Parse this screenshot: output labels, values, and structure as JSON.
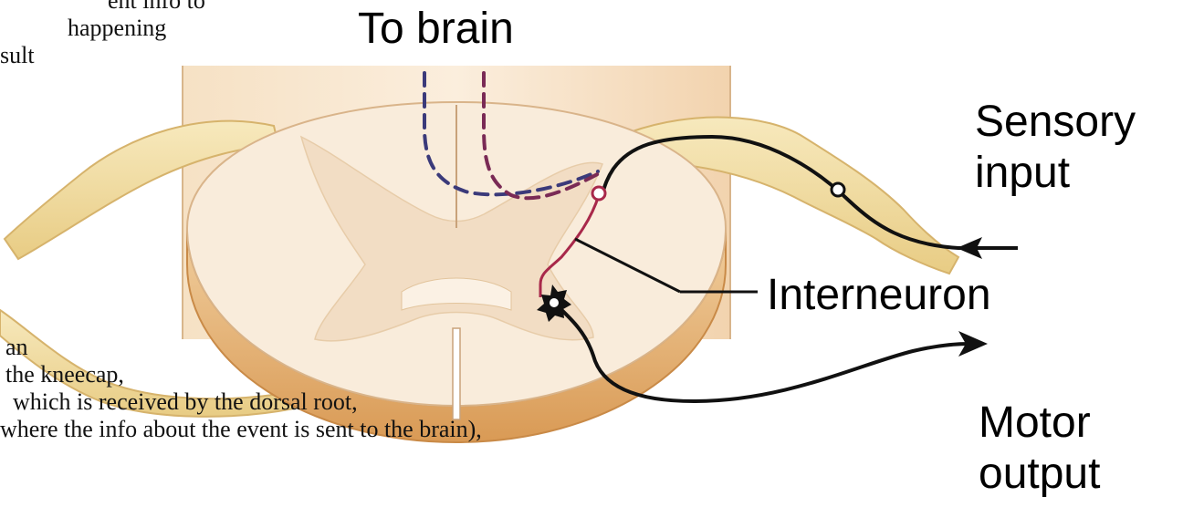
{
  "labels": {
    "to_brain": "To brain",
    "sensory_line1": "Sensory",
    "sensory_line2": "input",
    "interneuron": "Interneuron",
    "motor_line1": "Motor",
    "motor_line2": "output"
  },
  "background_text": {
    "top_left": [
      "ent info to",
      "happening",
      "sult"
    ],
    "bottom_left": [
      "an",
      "the kneecap,",
      "which is received by the dorsal root,",
      "where the info about the event is sent to the brain),"
    ]
  },
  "colors": {
    "tissue": "#f3e2cf",
    "tissue_edge": "#e0b47d",
    "nerve": "#f0dca0",
    "sensory_neuron": "#111111",
    "interneuron": "#a8284a",
    "ascending_tract": "#3b3a7a"
  }
}
